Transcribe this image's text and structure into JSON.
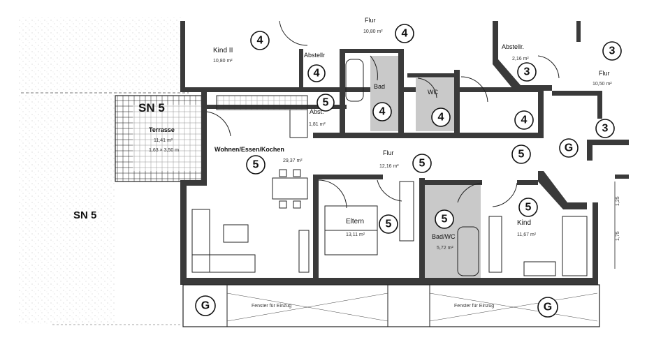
{
  "rooms": {
    "kind_top": {
      "name": "Kind II",
      "area": "10,80 m²",
      "level": "4"
    },
    "flur_top": {
      "name": "Flur",
      "area": "10,80 m²",
      "level": "4"
    },
    "abstellr_left": {
      "name": "Abstellr",
      "level": "4"
    },
    "bad_top": {
      "name": "Bad",
      "level": "4"
    },
    "wc_top": {
      "name": "WC",
      "level": "4"
    },
    "abstellr_right": {
      "name": "Abstellr.",
      "area": "2,16 m²",
      "level": "3"
    },
    "flur_right": {
      "name": "Flur",
      "area": "10,50 m²"
    },
    "abst": {
      "name": "Abst.",
      "area": "1,81 m²",
      "level": "5"
    },
    "terrasse": {
      "name": "Terrasse",
      "area": "11,41 m²",
      "dims": "1,63 × 3,50 m",
      "label": "SN 5"
    },
    "wohnen": {
      "name": "Wohnen/Essen/Kochen",
      "area": "29,37 m²",
      "level": "5"
    },
    "flur_mid": {
      "name": "Flur",
      "area": "12,16 m²",
      "level": "5"
    },
    "eltern": {
      "name": "Eltern",
      "area": "13,11 m²",
      "level": "5"
    },
    "bad_wc": {
      "name": "Bad/WC",
      "area": "5,72 m²",
      "level": "5"
    },
    "kind_right": {
      "name": "Kind",
      "area": "11,67 m²",
      "level": "5"
    }
  },
  "markers": {
    "c_top_right": "3",
    "c_right_3": "3",
    "c_right_3b": "3",
    "c_4_stair": "4",
    "c_5_stair": "5",
    "g_stair": "G",
    "g_bottom_left": "G",
    "g_bottom_right": "G"
  },
  "outside_label": "SN 5",
  "dimensions": {
    "d1": "1,25",
    "d2": "1,75"
  },
  "balcony_text_left": "Fenster für Einzug",
  "balcony_text_right": "Fenster für Einzug"
}
